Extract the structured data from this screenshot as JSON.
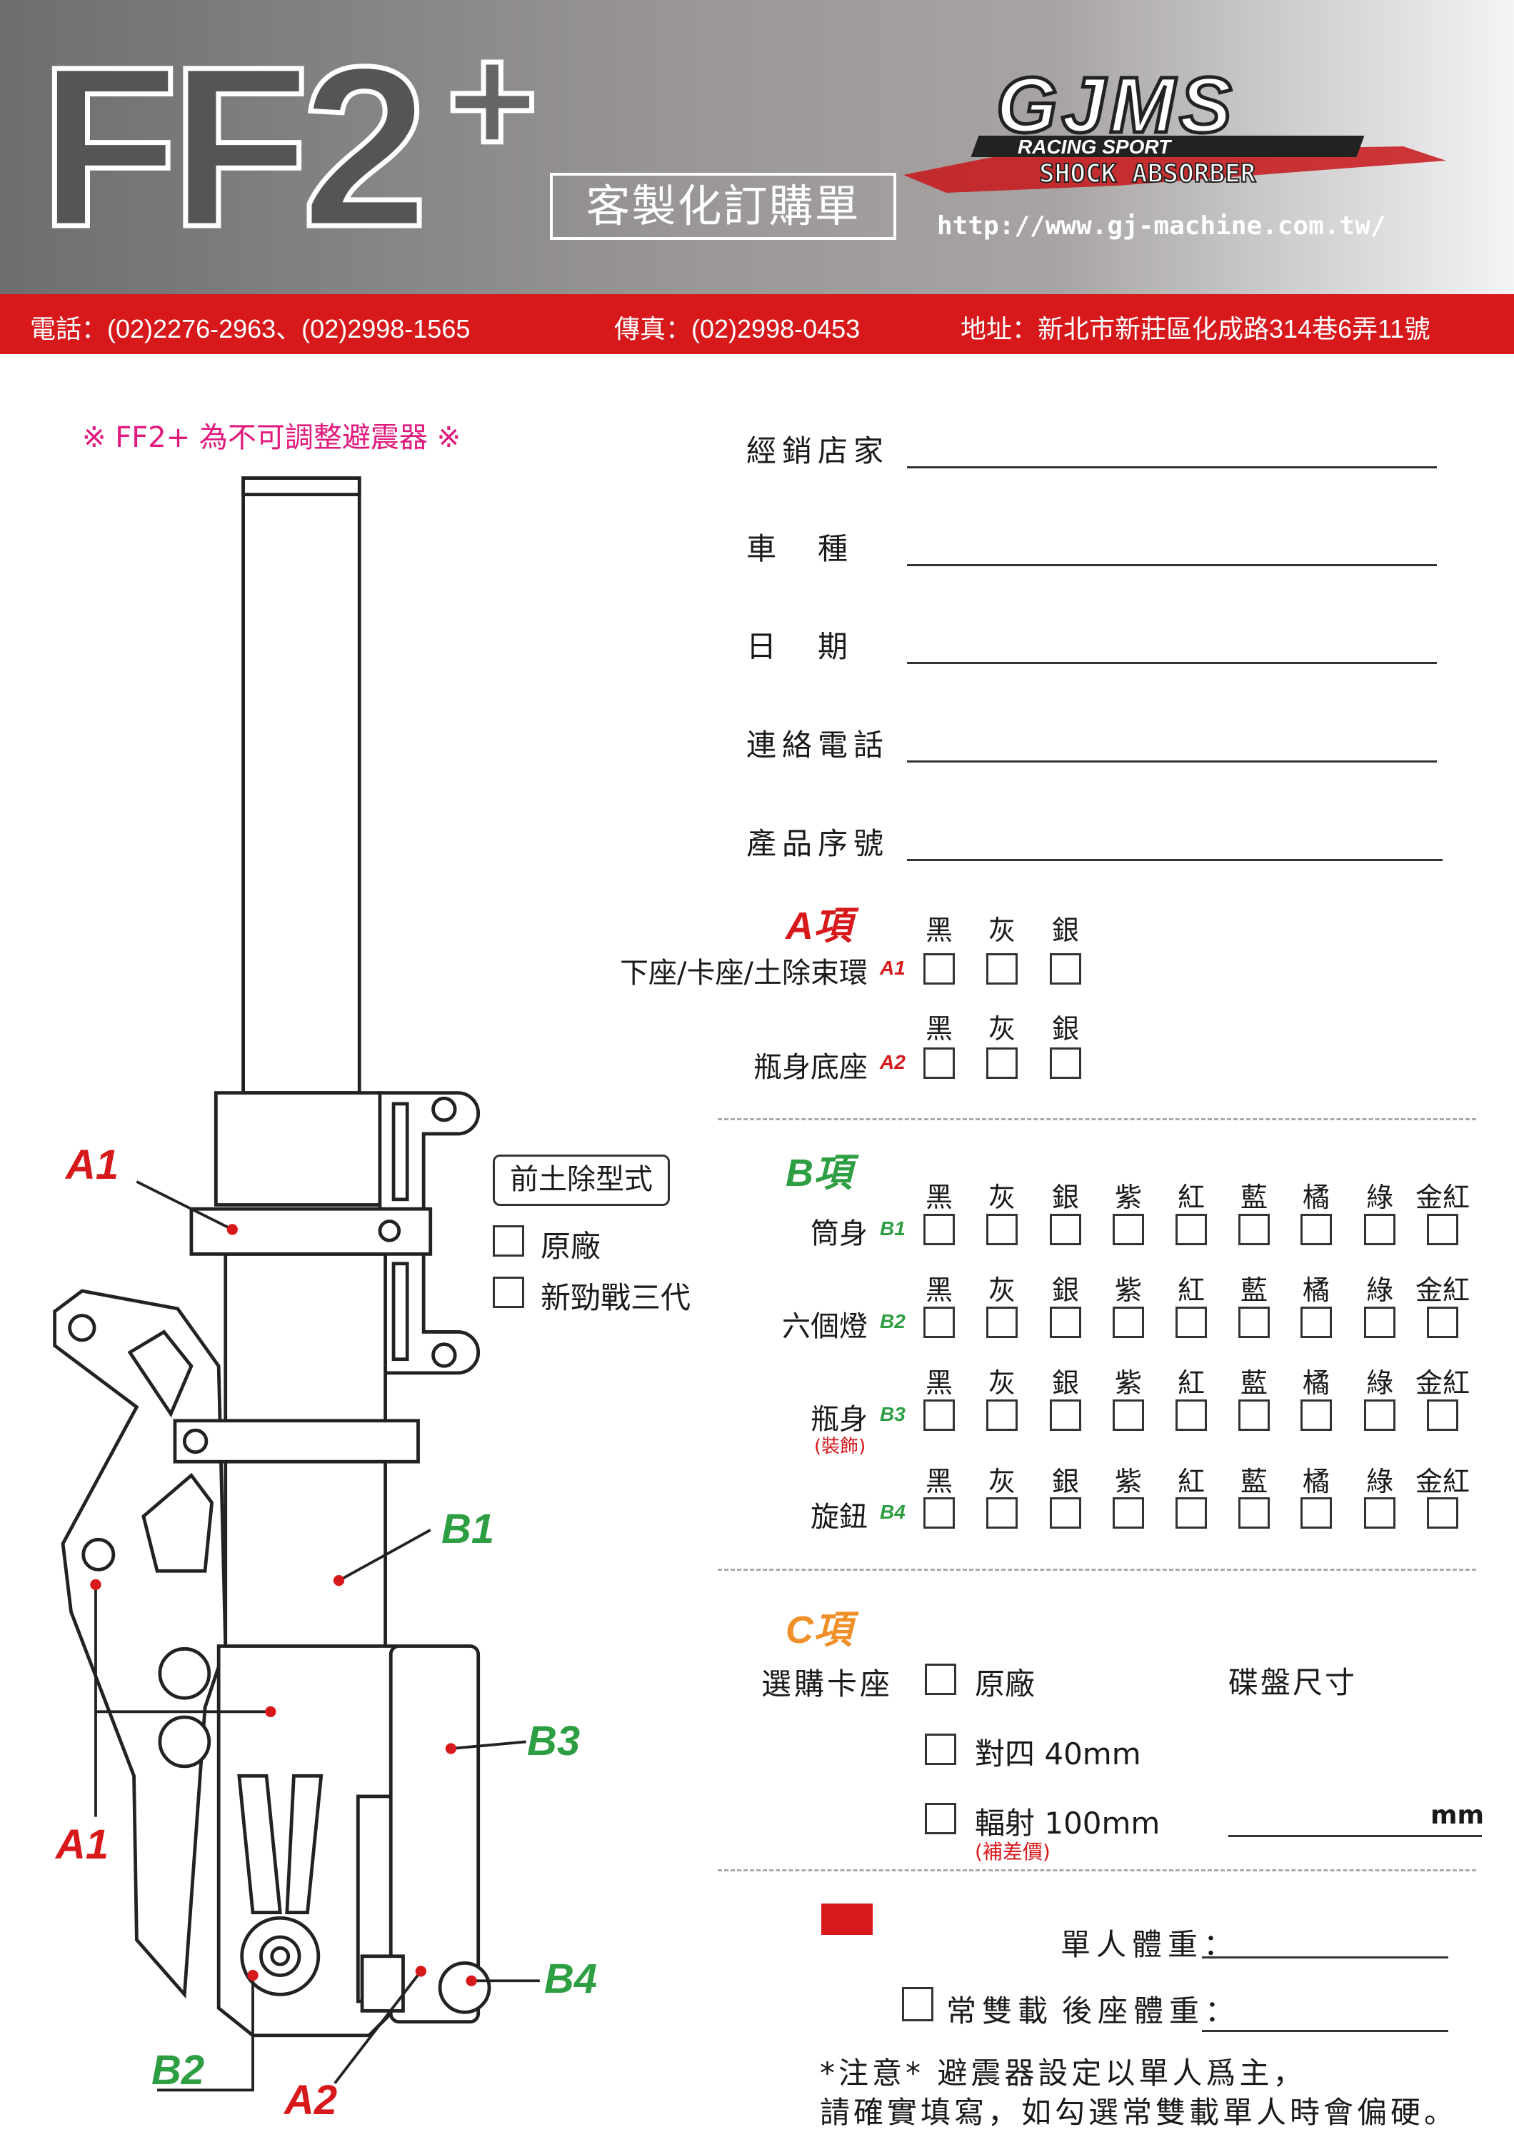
{
  "header": {
    "title": "FF2",
    "plus": "+",
    "subtitle": "客製化訂購單",
    "logo_text": "GJMS",
    "logo_sub1": "RACING SPORT",
    "logo_sub2": "SHOCK ABSORBER",
    "url": "http://www.gj-machine.com.tw/"
  },
  "contact": {
    "phone": "電話：(02)2276-2963、(02)2998-1565",
    "fax": "傳真：(02)2998-0453",
    "address": "地址：新北市新莊區化成路314巷6弄11號"
  },
  "notice": "※ FF2+ 為不可調整避震器 ※",
  "form_fields": [
    {
      "label": "經銷店家",
      "value": ""
    },
    {
      "label": "車　種",
      "value": ""
    },
    {
      "label": "日　期",
      "value": ""
    },
    {
      "label": "連絡電話",
      "value": ""
    },
    {
      "label": "產品序號",
      "value": ""
    }
  ],
  "section_a": {
    "title": "A項",
    "rows": [
      {
        "label": "下座/卡座/土除束環",
        "code": "A1",
        "colors": [
          "黑",
          "灰",
          "銀"
        ]
      },
      {
        "label": "瓶身底座",
        "code": "A2",
        "colors": [
          "黑",
          "灰",
          "銀"
        ]
      }
    ]
  },
  "section_b": {
    "title": "B項",
    "rows": [
      {
        "label": "筒身",
        "code": "B1",
        "colors": [
          "黑",
          "灰",
          "銀",
          "紫",
          "紅",
          "藍",
          "橘",
          "綠",
          "金紅"
        ]
      },
      {
        "label": "六個燈",
        "code": "B2",
        "colors": [
          "黑",
          "灰",
          "銀",
          "紫",
          "紅",
          "藍",
          "橘",
          "綠",
          "金紅"
        ]
      },
      {
        "label": "瓶身",
        "code": "B3",
        "note": "(裝飾)",
        "colors": [
          "黑",
          "灰",
          "銀",
          "紫",
          "紅",
          "藍",
          "橘",
          "綠",
          "金紅"
        ]
      },
      {
        "label": "旋鈕",
        "code": "B4",
        "colors": [
          "黑",
          "灰",
          "銀",
          "紫",
          "紅",
          "藍",
          "橘",
          "綠",
          "金紅"
        ]
      }
    ]
  },
  "fender": {
    "title": "前土除型式",
    "options": [
      "原廠",
      "新勁戰三代"
    ]
  },
  "section_c": {
    "title": "C項",
    "label": "選購卡座",
    "options": [
      "原廠",
      "對四 40mm",
      "輻射 100mm"
    ],
    "surcharge": "(補差價)",
    "disc_label": "碟盤尺寸",
    "disc_unit": "mm",
    "disc_value": ""
  },
  "weight": {
    "single_label": "單人體重：",
    "double_label": "常雙載",
    "rear_label": "後座體重：",
    "single_value": "",
    "rear_value": ""
  },
  "footnote": [
    "*注意*  避震器設定以單人爲主，",
    "請確實填寫，如勾選常雙載單人時會偏硬。"
  ],
  "diagram_labels": [
    "A1",
    "B1",
    "B3",
    "B4",
    "B2",
    "A2",
    "A1"
  ],
  "colors": {
    "brand_red": "#d7191c",
    "section_a": "#d7191c",
    "section_b": "#2e9e43",
    "section_c": "#f0902a",
    "notice": "#e0197d"
  }
}
